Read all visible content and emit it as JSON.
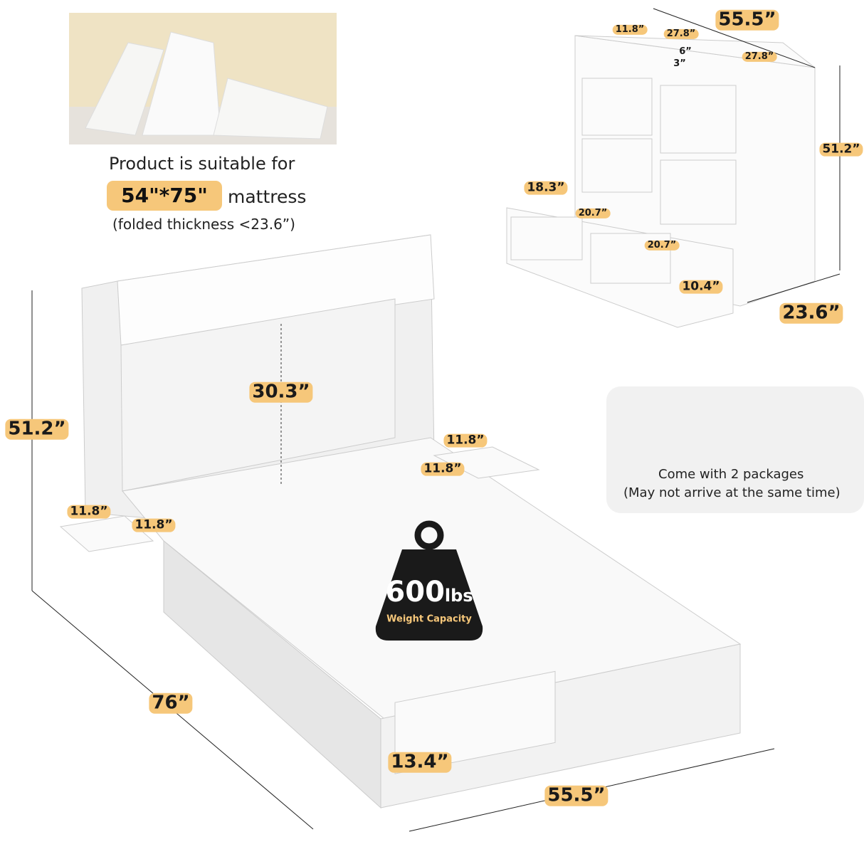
{
  "mattress_note": {
    "line1": "Product is suitable for",
    "size": "54\"*75\"",
    "word": "mattress",
    "thickness": "(folded thickness <23.6”)"
  },
  "packages": {
    "line1": "Come with 2 packages",
    "line2": "(May not arrive at the same time)"
  },
  "weight": {
    "value": "600",
    "unit": "lbs",
    "label": "Weight Capacity"
  },
  "cabinet_dims": {
    "width": "55.5”",
    "top_side": "11.8”",
    "top_left": "27.8”",
    "top_right": "27.8”",
    "shelf_depth": "6”",
    "shelf_height": "3”",
    "height": "51.2”",
    "drawer_depth": "18.3”",
    "drawer_w1": "20.7”",
    "drawer_w2": "20.7”",
    "drawer_h": "10.4”",
    "depth": "23.6”"
  },
  "bed_dims": {
    "height": "51.2”",
    "inner_height": "30.3”",
    "right_table_w": "11.8”",
    "right_table_d": "11.8”",
    "left_table_w": "11.8”",
    "left_table_d": "11.8”",
    "length": "76”",
    "base_height": "13.4”",
    "width": "55.5”"
  },
  "colors": {
    "accent": "#f6c77a",
    "badge": "#1a1a1a",
    "box": "#d9aa6c"
  }
}
